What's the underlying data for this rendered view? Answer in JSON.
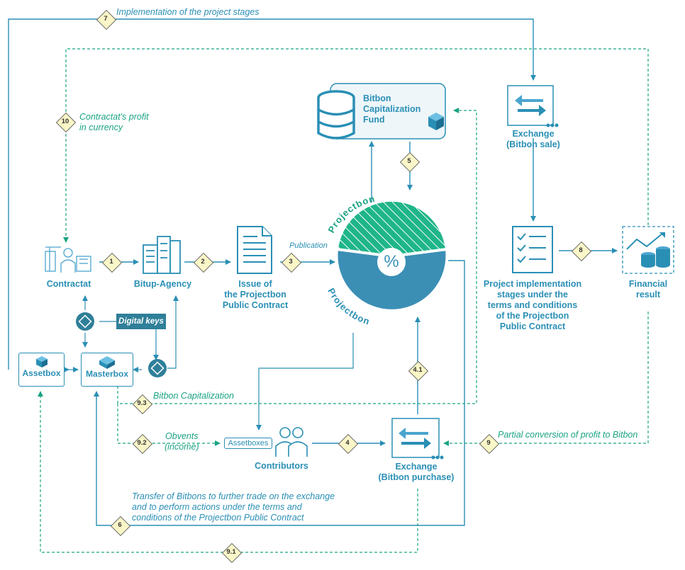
{
  "nodes": {
    "contractat": "Contractat",
    "bitup_agency": "Bitup-Agency",
    "issue_contract": [
      "Issue of",
      "the Projectbon",
      "Public Contract"
    ],
    "capitalization_fund": [
      "Bitbon",
      "Capitalization",
      "Fund"
    ],
    "exchange_sale": [
      "Exchange",
      "(Bitbon sale)"
    ],
    "implementation_stages": [
      "Project implementation",
      "stages under the",
      "terms and conditions",
      "of the Projectbon",
      "Public Contract"
    ],
    "financial_result": [
      "Financial",
      "result"
    ],
    "assetbox": "Assetbox",
    "masterbox": "Masterbox",
    "digital_keys": "Digital keys",
    "assetboxes": "Assetboxes",
    "contributors": "Contributors",
    "exchange_purchase": [
      "Exchange",
      "(Bitbon purchase)"
    ],
    "projectbon_top": "Projectbon",
    "projectbon_bottom": "Projectbon",
    "percent": "%"
  },
  "edge_labels": {
    "publication": "Publication",
    "stages": "Implementation of the project stages",
    "profit_currency": [
      "Contractat's profit",
      "in currency"
    ],
    "capitalization": "Bitbon Capitalization",
    "obvents": [
      "Obvents",
      "(income)"
    ],
    "partial_conversion": "Partial conversion of profit to Bitbon",
    "transfer": [
      "Transfer of Bitbons to further trade on the exchange",
      "and to perform actions under the terms and",
      "conditions of the Projectbon Public Contract"
    ]
  },
  "steps": {
    "s1": "1",
    "s2": "2",
    "s3": "3",
    "s4": "4",
    "s41": "4.1",
    "s5": "5",
    "s6": "6",
    "s7": "7",
    "s8": "8",
    "s9": "9",
    "s91": "9.1",
    "s92": "9.2",
    "s93": "9.3",
    "s10": "10"
  },
  "colors": {
    "blue": "#2a8fb5",
    "teal": "#1ba383",
    "dark_blue": "#2f7f99",
    "green_segment": "#1fb58a",
    "blue_segment": "#3b8fb5",
    "marker_fill": "#fbf6c7"
  },
  "icons": [
    "workers-icon",
    "buildings-icon",
    "document-icon",
    "database-icon",
    "exchange-arrows-icon",
    "checklist-icon",
    "coins-chart-icon",
    "cube-icon",
    "hand-key-icon",
    "contributors-icon"
  ]
}
